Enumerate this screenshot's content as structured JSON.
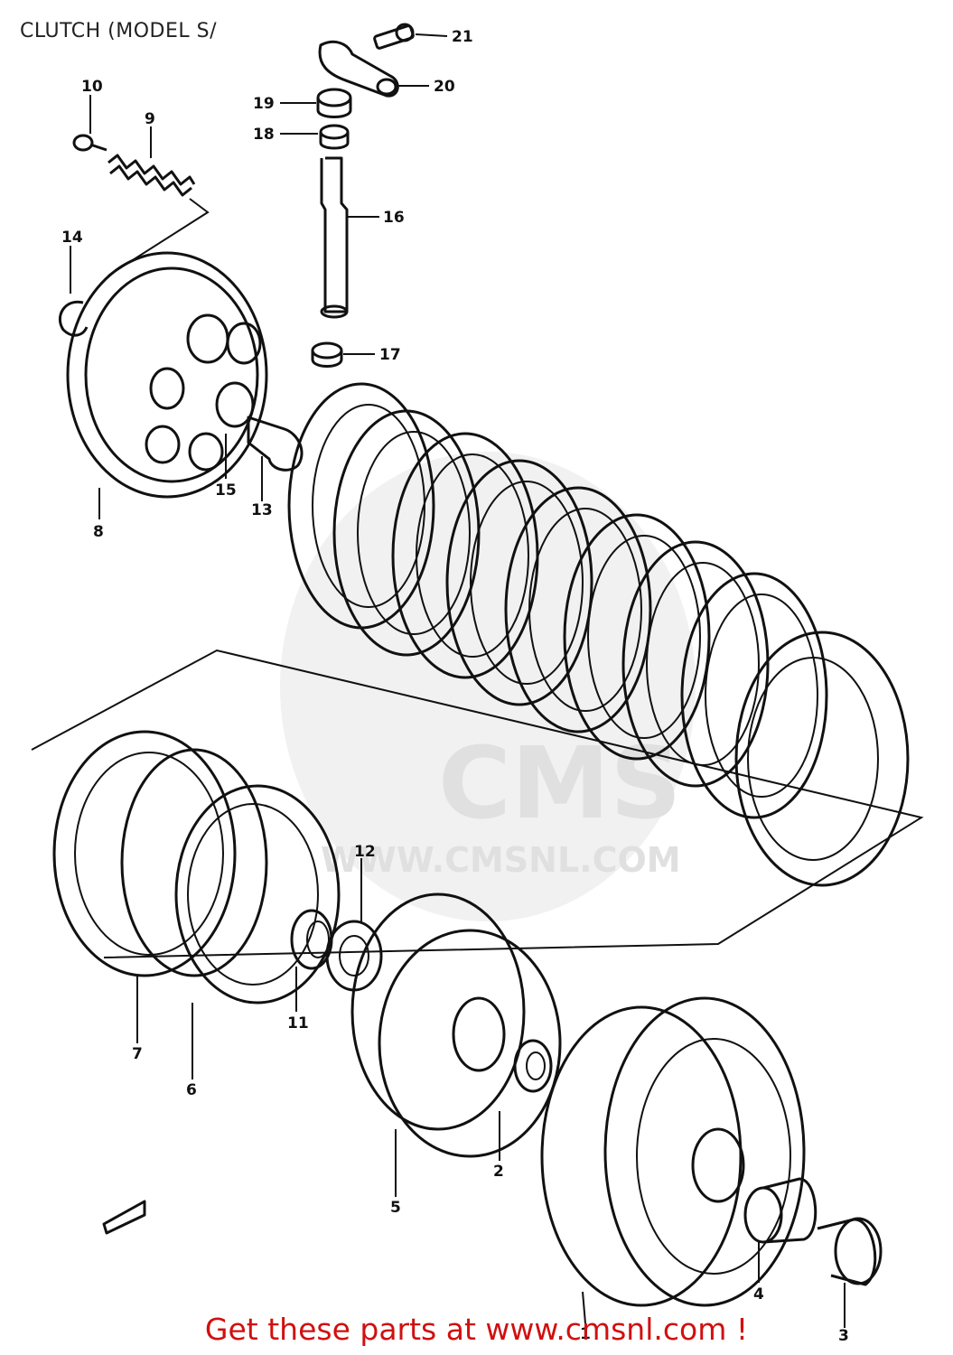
{
  "title": "CLUTCH (MODEL S/",
  "watermark": "CMS",
  "watermark_url": "WWW.CMSNL.COM",
  "cta": "Get these parts at www.cmsnl.com !",
  "colors": {
    "cta": "#d01010",
    "ink": "#111111",
    "watermark": "#e6e6e6"
  },
  "callouts": {
    "c1": "1",
    "c2": "2",
    "c3": "3",
    "c4": "4",
    "c5": "5",
    "c6": "6",
    "c7": "7",
    "c8": "8",
    "c9": "9",
    "c10": "10",
    "c11": "11",
    "c12": "12",
    "c13": "13",
    "c14": "14",
    "c15": "15",
    "c16": "16",
    "c17": "17",
    "c18": "18",
    "c19": "19",
    "c20": "20",
    "c21": "21"
  }
}
